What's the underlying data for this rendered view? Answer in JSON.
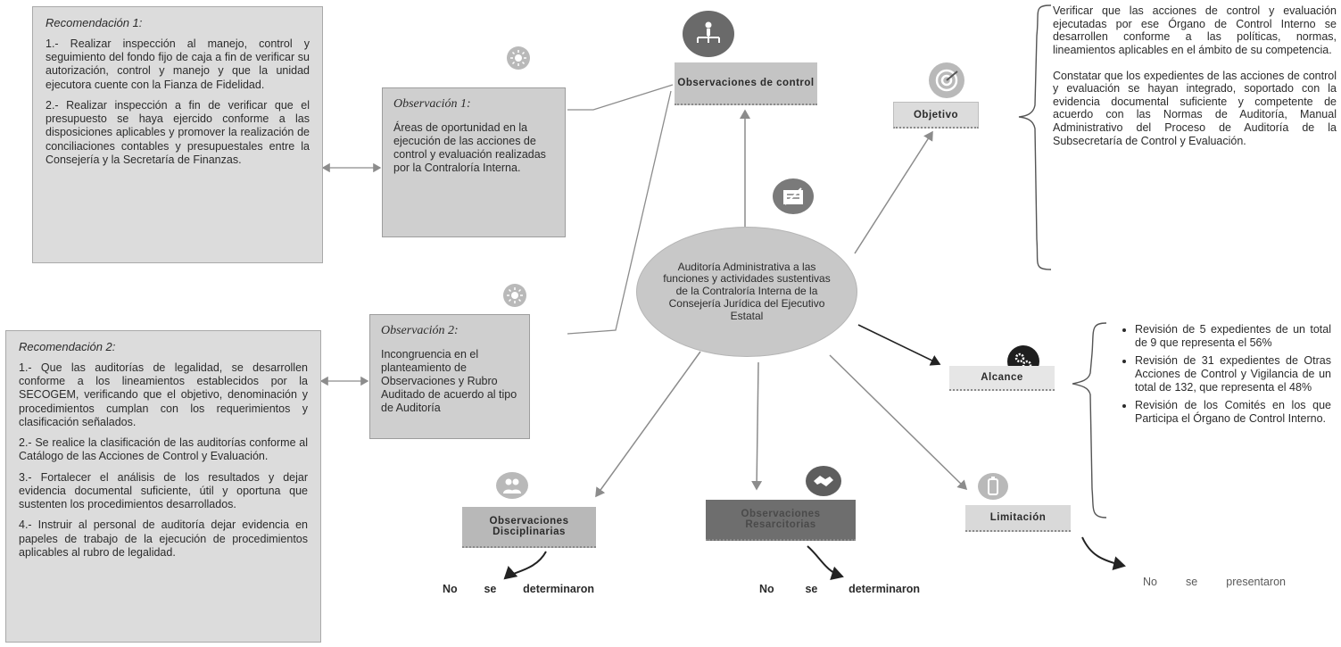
{
  "recommendation_1": {
    "title": "Recomendación 1:",
    "items": [
      "1.- Realizar inspección al manejo, control y seguimiento del fondo fijo de caja a fin de verificar su autorización, control y manejo y que la unidad ejecutora cuente con la Fianza de Fidelidad.",
      "2.- Realizar inspección a fin de verificar que el presupuesto se haya ejercido conforme a las disposiciones aplicables y promover la realización de conciliaciones contables y presupuestales entre la Consejería y la Secretaría de Finanzas."
    ]
  },
  "recommendation_2": {
    "title": "Recomendación 2:",
    "items": [
      "1.- Que las auditorías de legalidad, se desarrollen conforme a los lineamientos establecidos por la SECOGEM, verificando que el objetivo, denominación y procedimientos cumplan con los requerimientos y clasificación señalados.",
      "2.- Se realice la clasificación de las auditorías conforme al Catálogo de las Acciones de Control y Evaluación.",
      "3.- Fortalecer el análisis de los resultados y dejar evidencia documental suficiente, útil y oportuna que sustenten los procedimientos desarrollados.",
      "4.- Instruir al personal de auditoría dejar evidencia en papeles de trabajo de la ejecución de procedimientos aplicables al rubro de legalidad."
    ]
  },
  "observation_1": {
    "title": "Observación 1:",
    "text": "Áreas de oportunidad en la ejecución de las acciones de control y evaluación realizadas por la Contraloría Interna."
  },
  "observation_2": {
    "title": "Observación 2:",
    "text": "Incongruencia en el planteamiento de Observaciones y Rubro Auditado de acuerdo al tipo de Auditoría"
  },
  "center": {
    "text": "Auditoría Administrativa a las funciones y actividades sustentivas de la Contraloría Interna de la Consejería Jurídica del Ejecutivo Estatal"
  },
  "labels": {
    "observaciones_control": "Observaciones de control",
    "objetivo": "Objetivo",
    "alcance": "Alcance",
    "limitacion": "Limitación",
    "observaciones_disciplinarias": "Observaciones Disciplinarias",
    "observaciones_resarcitorias": "Observaciones Resarcitorias"
  },
  "objetivo_text": [
    "Verificar que las acciones de control y evaluación ejecutadas por ese Órgano de Control Interno se desarrollen conforme a las políticas, normas, lineamientos aplicables en el ámbito de su competencia.",
    "Constatar que los expedientes de las acciones de control y evaluación se hayan integrado, soportado con la evidencia documental suficiente y competente de acuerdo con las Normas de Auditoría, Manual Administrativo del Proceso de Auditoría de la Subsecretaría de Control y Evaluación."
  ],
  "alcance_items": [
    "Revisión de 5 expedientes de un total de 9 que representa el 56%",
    "Revisión de 31 expedientes de Otras Acciones de Control y Vigilancia de un total de 132, que representa el 48%",
    "Revisión de los Comités en los que Participa el Órgano de Control Interno."
  ],
  "results": {
    "disciplinarias": "No se determinaron",
    "resarcitorias": "No se determinaron",
    "limitacion": "No se presentaron"
  },
  "colors": {
    "box_gray": "#dcdcdc",
    "obs_gray": "#cfcfcf",
    "label_gray": "#c4c4c4",
    "dark_label": "#6e6e6e",
    "line": "#8c8c8c"
  },
  "icons": {
    "control": "org-chart-icon",
    "objetivo": "target-icon",
    "alcance": "gears-icon",
    "limitacion": "battery-icon",
    "disciplinarias": "people-icon",
    "resarcitorias": "handshake-icon",
    "center": "document-icon",
    "obs1": "sun-icon",
    "obs2": "sun-icon"
  }
}
